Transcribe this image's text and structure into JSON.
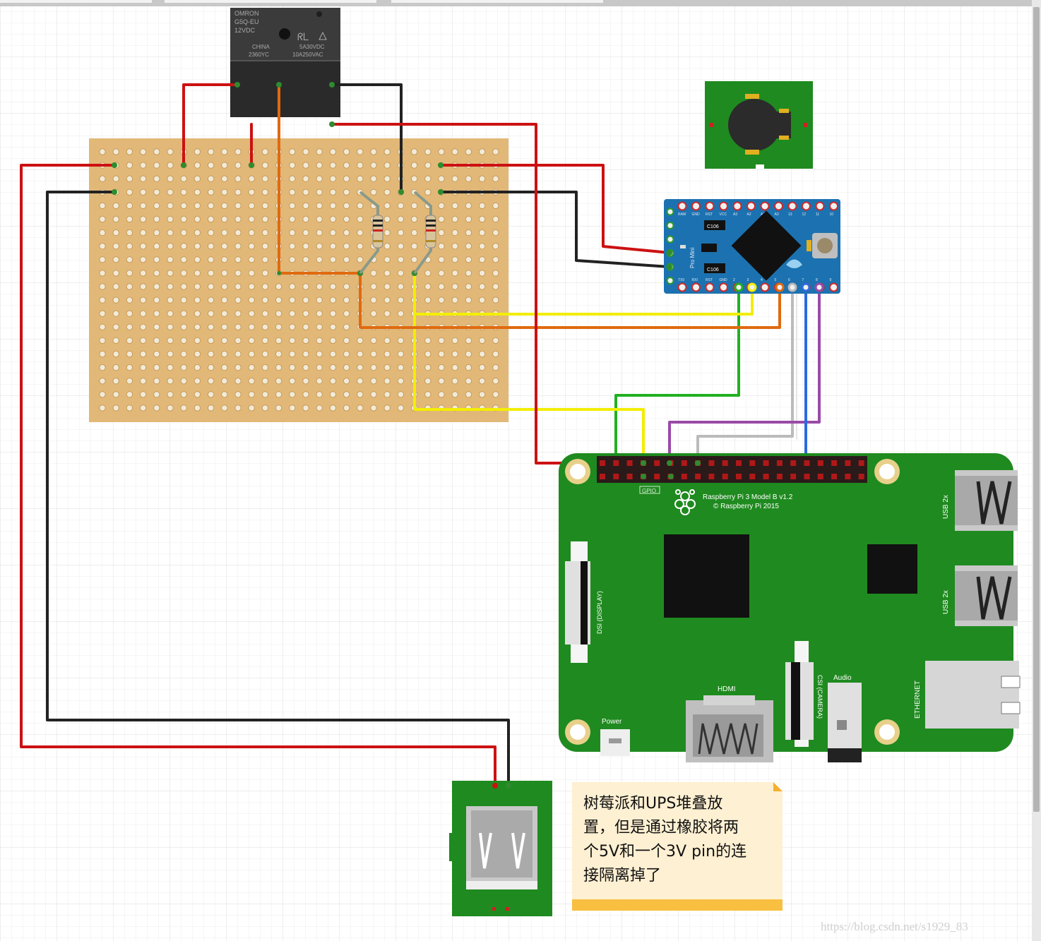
{
  "relay": {
    "brand": "OMRON",
    "model": "G5Q-EU",
    "coil": "12VDC",
    "origin": "CHINA",
    "date": "2360YC",
    "rating1": "5A30VDC",
    "rating2": "10A250VAC"
  },
  "arduino": {
    "chip1": "C106",
    "chip2": "C106",
    "pins_top": [
      "RAW",
      "GND",
      "RST",
      "VCC",
      "A3",
      "A2",
      "A1",
      "A0",
      "13",
      "12",
      "11",
      "10"
    ],
    "pins_bottom": [
      "TX0",
      "RXI",
      "RST",
      "GND",
      "2",
      "3",
      "4",
      "5",
      "6",
      "7",
      "8",
      "9"
    ],
    "side_text": "Pro Mini"
  },
  "raspberry_pi": {
    "title_line1": "Raspberry Pi 3 Model B v1.2",
    "title_line2": "© Raspberry Pi 2015",
    "gpio_label": "GPIO",
    "usb1_label": "USB 2x",
    "usb2_label": "USB 2x",
    "dsi_label": "DSI (DISPLAY)",
    "csi_label": "CSI (CAMERA)",
    "hdmi_label": "HDMI",
    "audio_label": "Audio",
    "ethernet_label": "ETHERNET",
    "power_label": "Power"
  },
  "note": {
    "line1": "树莓派和UPS堆叠放",
    "line2": "置，但是通过橡胶将两",
    "line3": "个5V和一个3V pin的连",
    "line4": "接隔离掉了"
  },
  "watermark": "https://blog.csdn.net/s1929_83",
  "colors": {
    "wire_red": "#cc1111",
    "wire_black": "#222222",
    "wire_orange": "#e06a10",
    "wire_yellow": "#f2ee00",
    "wire_green": "#22b022",
    "wire_blue": "#2a6adf",
    "wire_purple": "#9a4aa8",
    "wire_gray": "#bbbbbb",
    "stripboard": "#e2b878",
    "pcb_green": "#1f8a1f",
    "arduino_blue": "#1c72b0",
    "note_bg": "#fef0d2"
  }
}
